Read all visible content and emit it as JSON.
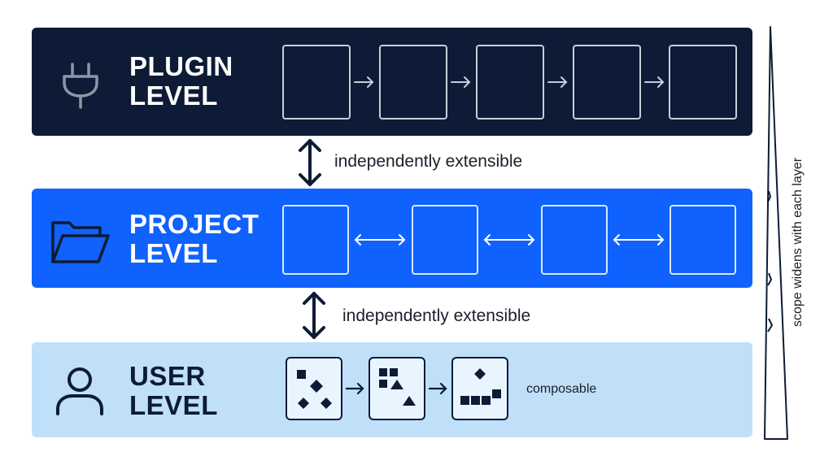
{
  "levels": {
    "plugin": {
      "line1": "PLUGIN",
      "line2": "LEVEL",
      "icon": "plug-icon"
    },
    "project": {
      "line1": "PROJECT",
      "line2": "LEVEL",
      "icon": "folder-icon"
    },
    "user": {
      "line1": "USER",
      "line2": "LEVEL",
      "icon": "user-icon",
      "note": "composable"
    }
  },
  "between_labels": {
    "plugin_project": "independently extensible",
    "project_user": "independently extensible"
  },
  "side_label": "scope widens with each layer",
  "colors": {
    "plugin_band": "#0d1b36",
    "project_band": "#0f62fe",
    "user_band": "#bfe0f8",
    "ink": "#0d1b36"
  }
}
